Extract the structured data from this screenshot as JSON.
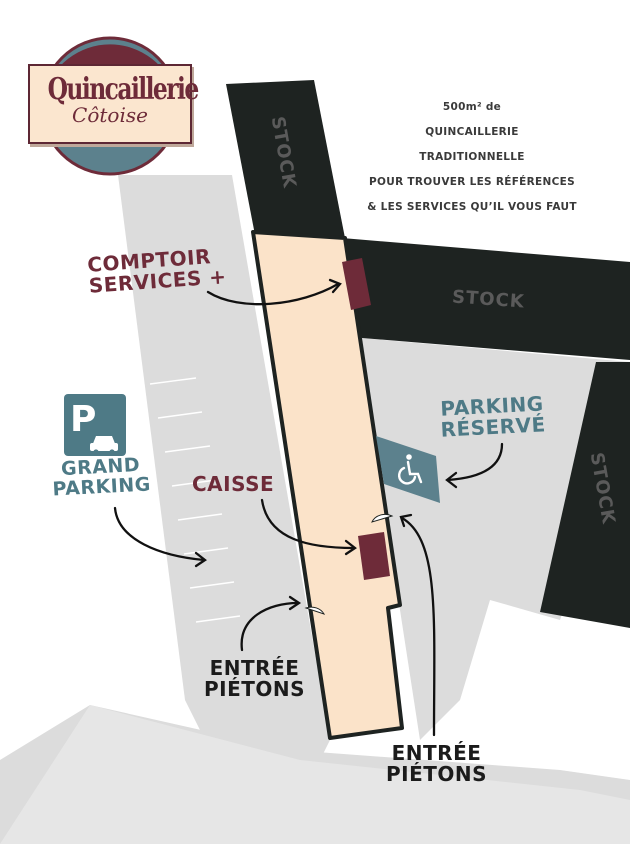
{
  "logo": {
    "title": "Quincaillerie",
    "subtitle": "Côtoise"
  },
  "info": {
    "lines": [
      "500m² de",
      "quincaillerie",
      "traditionnelle",
      "pour trouver les références",
      "& les services qu’il vous faut"
    ]
  },
  "zones": {
    "stock_top": "STOCK",
    "stock_right": "STOCK",
    "stock_far_right": "STOCK"
  },
  "labels": {
    "comptoir": [
      "COMPTOIR",
      "SERVICES +"
    ],
    "caisse": "CAISSE",
    "parking_reserve": [
      "PARKING",
      "RÉSERVÉ"
    ],
    "grand_parking": [
      "GRAND",
      "PARKING"
    ],
    "entree_left": [
      "ENTRÉE",
      "PIÉTONS"
    ],
    "entree_right": [
      "ENTRÉE",
      "PIÉTONS"
    ]
  },
  "icons": {
    "parking": {
      "letter": "P",
      "name": "parking-car-icon"
    },
    "accessible": {
      "name": "wheelchair-icon"
    }
  },
  "colors": {
    "store_floor": "#fbe3c9",
    "stock_dark": "#1e2321",
    "pavement": "#dcdcdc",
    "maroon": "#6e2b39",
    "teal": "#4e7a86"
  }
}
